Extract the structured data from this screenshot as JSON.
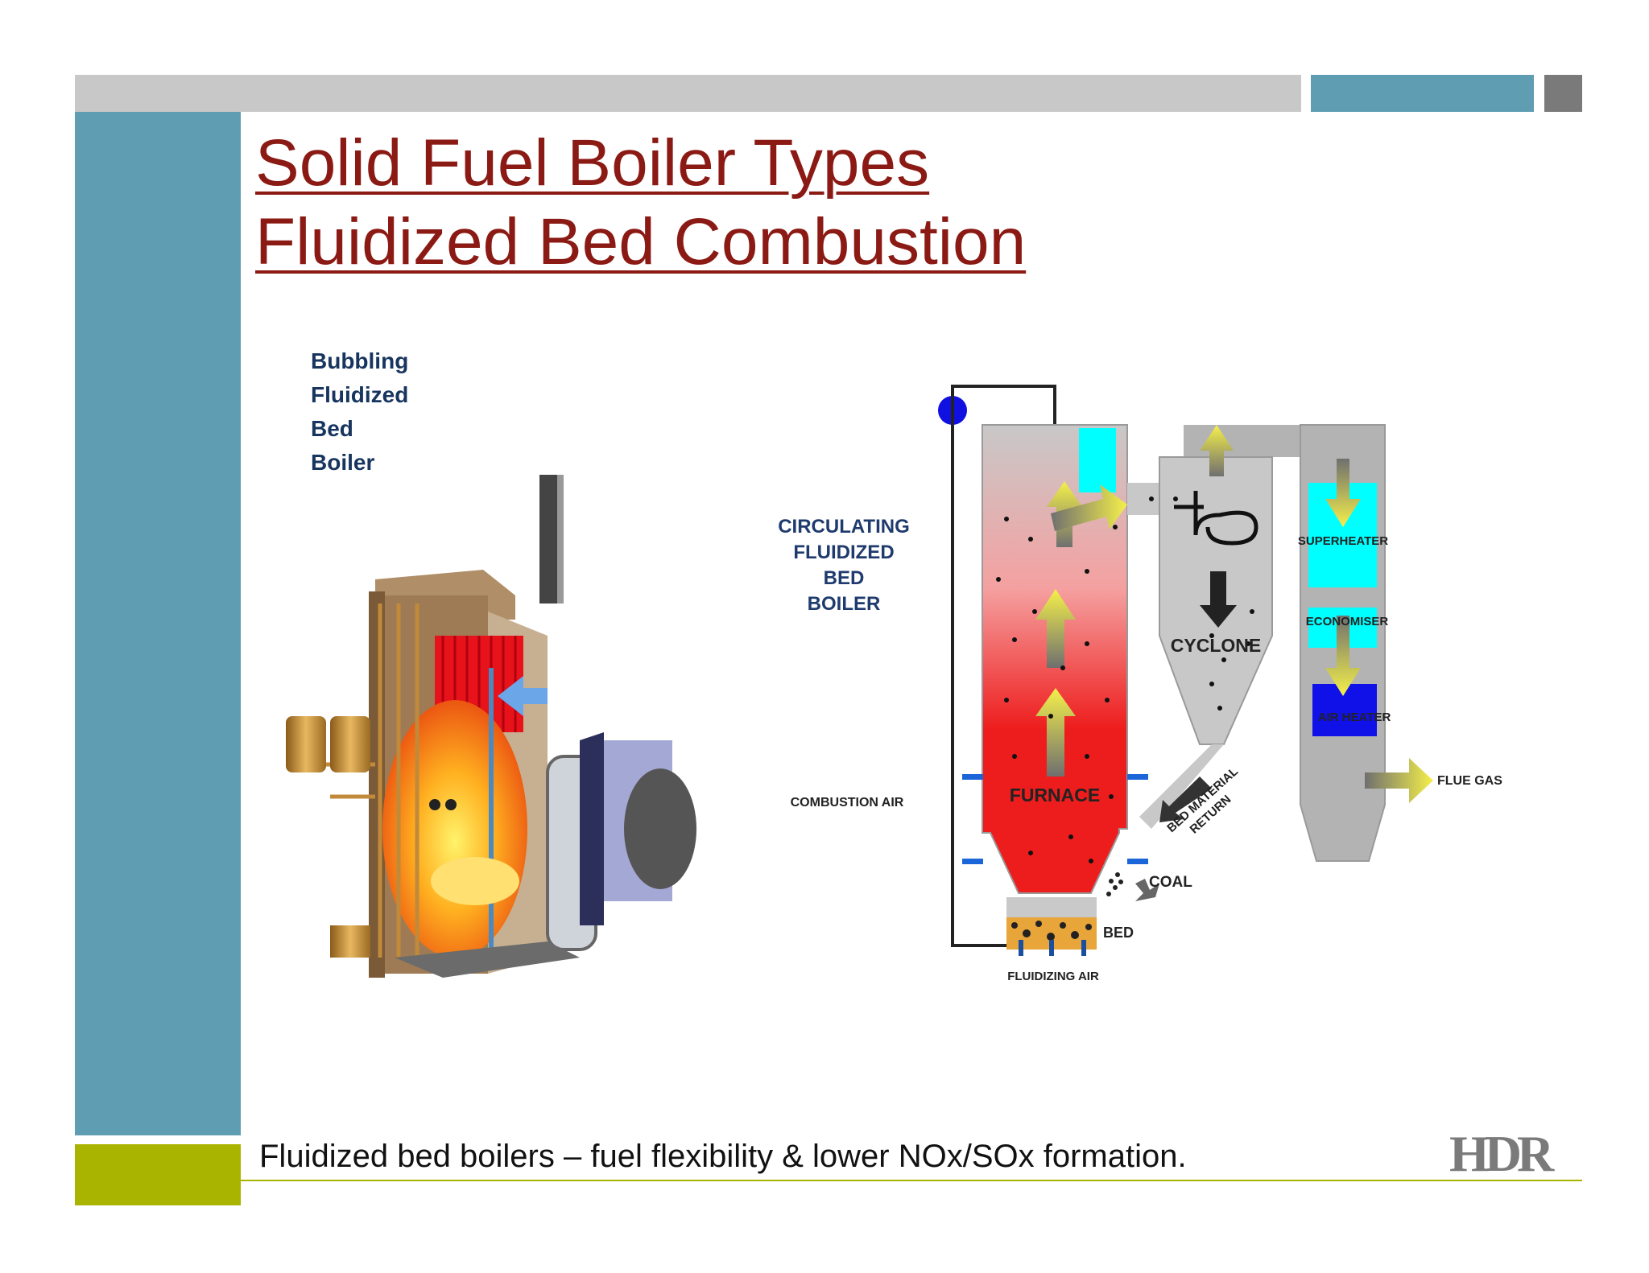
{
  "slide": {
    "title_line1": "Solid Fuel Boiler Types",
    "title_line2": "Fluidized Bed Combustion",
    "bubbling_label": [
      "Bubbling",
      "Fluidized",
      "Bed",
      "Boiler"
    ],
    "footer_text": "Fluidized bed boilers – fuel flexibility & lower NOx/SOx formation.",
    "logo_text": "HDR",
    "colors": {
      "title": "#8b1a14",
      "side_bar": "#5f9db3",
      "top_bar": "#c8c8c8",
      "accent_green": "#a8b400",
      "dark_gray": "#7a7a7a"
    }
  },
  "cfb_diagram": {
    "title_lines": [
      "CIRCULATING",
      "FLUIDIZED",
      "BED",
      "BOILER"
    ],
    "labels": {
      "superheater": "SUPERHEATER",
      "economiser": "ECONOMISER",
      "air_heater": "AIR HEATER",
      "cyclone": "CYCLONE",
      "furnace": "FURNACE",
      "combustion_air": "COMBUSTION AIR",
      "bed_material_return_1": "BED MATERIAL",
      "bed_material_return_2": "RETURN",
      "flue_gas": "FLUE GAS",
      "coal": "COAL",
      "bed": "BED",
      "fluidizing_air": "FLUIDIZING AIR"
    }
  }
}
